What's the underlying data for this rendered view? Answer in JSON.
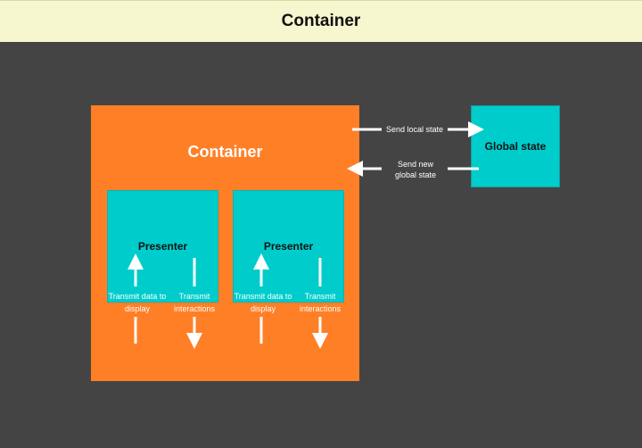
{
  "header": {
    "title": "Container"
  },
  "container": {
    "title": "Container"
  },
  "presenters": [
    {
      "title": "Presenter",
      "data_label_line1": "Transmit data to",
      "data_label_line2": "display",
      "interactions_label_line1": "Transmit",
      "interactions_label_line2": "interactions"
    },
    {
      "title": "Presenter",
      "data_label_line1": "Transmit data to",
      "data_label_line2": "display",
      "interactions_label_line1": "Transmit",
      "interactions_label_line2": "interactions"
    }
  ],
  "global_state": {
    "title": "Global state"
  },
  "connections": {
    "send_local": "Send local state",
    "send_new_line1": "Send new",
    "send_new_line2": "global state"
  },
  "colors": {
    "background": "#444444",
    "header": "#f6f6cf",
    "container": "#ff7f27",
    "presenter": "#00cccc",
    "arrows": "#ffffff"
  }
}
